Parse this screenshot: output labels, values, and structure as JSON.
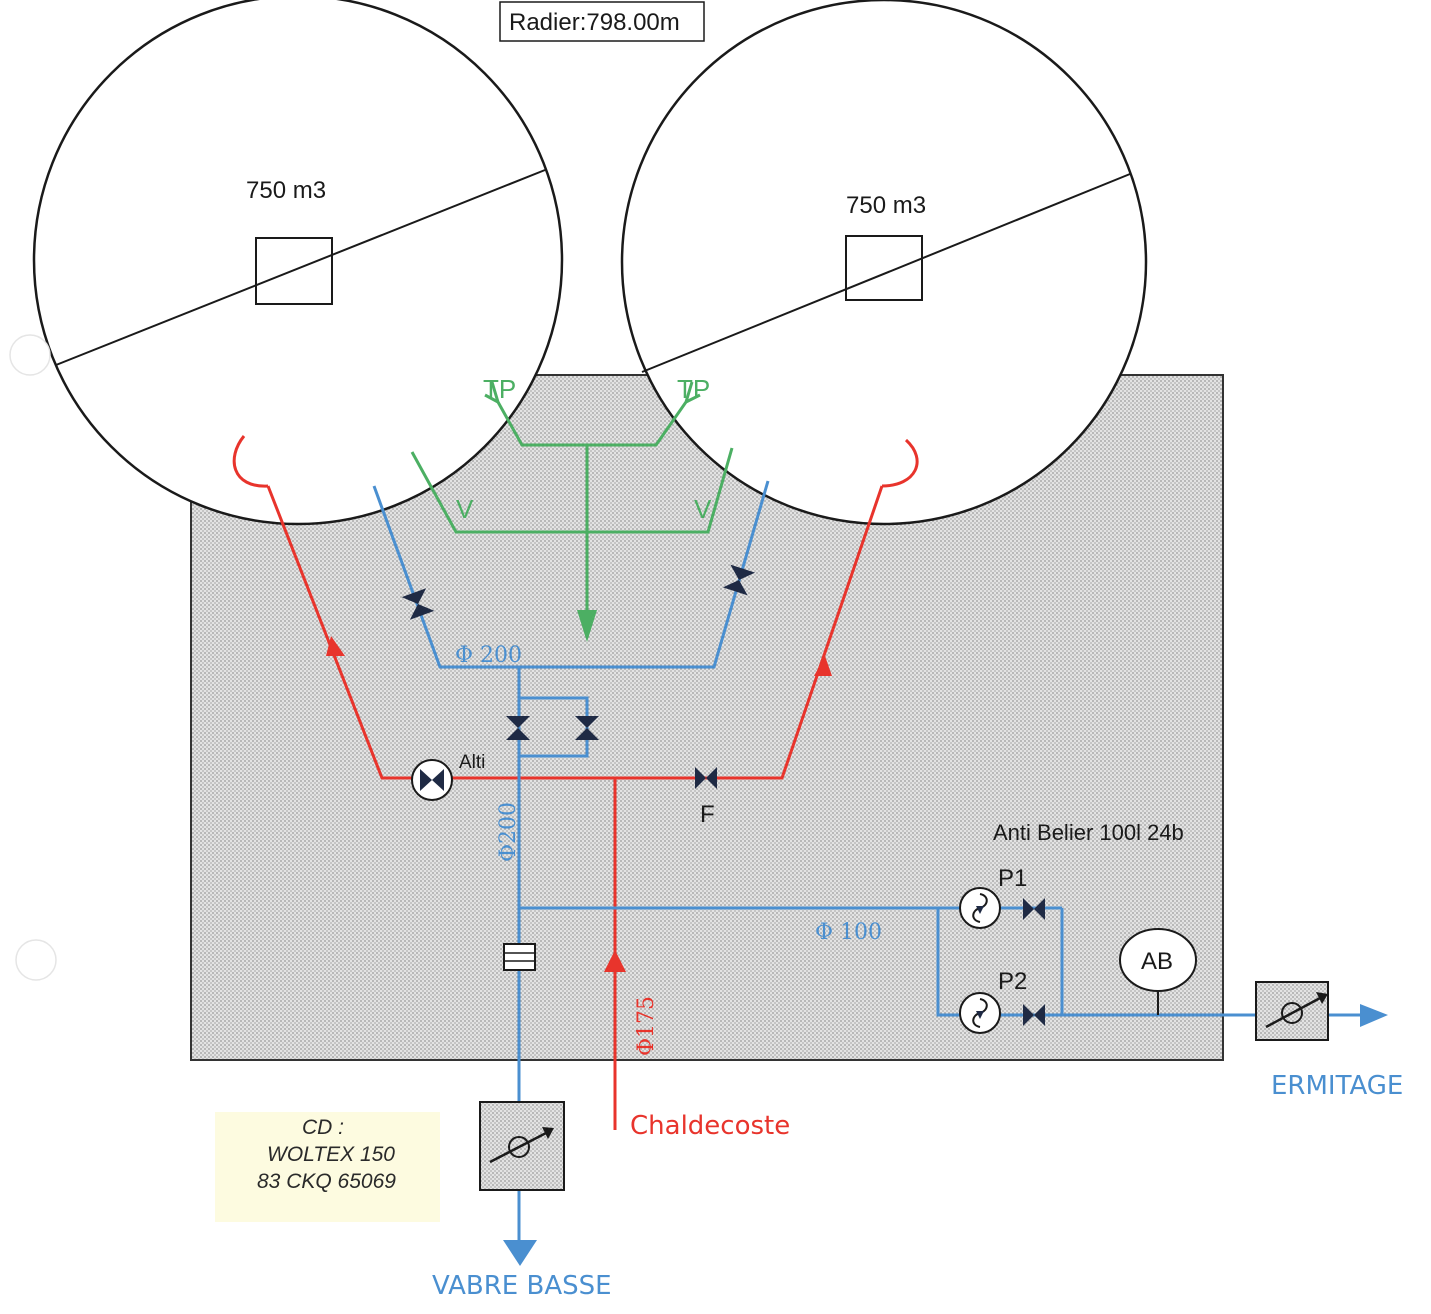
{
  "radier": "Radier:798.00m",
  "tanks": [
    {
      "label": "750 m3"
    },
    {
      "label": "750 m3"
    }
  ],
  "green_labels": {
    "tp_left": "TP",
    "tp_right": "TP",
    "v_left": "V",
    "v_right": "V"
  },
  "pipe_labels": {
    "phi200_h": "Φ 200",
    "phi200_v": "Φ200",
    "phi100": "Φ 100",
    "phi175": "Φ175"
  },
  "valve_labels": {
    "alti": "Alti",
    "f": "F"
  },
  "anti_belier": "Anti Belier 100l 24b",
  "pumps": {
    "p1": "P1",
    "p2": "P2"
  },
  "ab": "AB",
  "destinations": {
    "ermitage": "ERMITAGE",
    "vabre_basse": "VABRE BASSE",
    "chaldecoste": "Chaldecoste"
  },
  "cd_note": {
    "line1": "CD  :",
    "line2": "WOLTEX 150",
    "line3": "83 CKQ 65069"
  },
  "colors": {
    "blue": "#4a8fd0",
    "red": "#e8342c",
    "green": "#4caf63",
    "gray_fill": "#d6d6d6",
    "note_bg": "#fdfbe0"
  }
}
